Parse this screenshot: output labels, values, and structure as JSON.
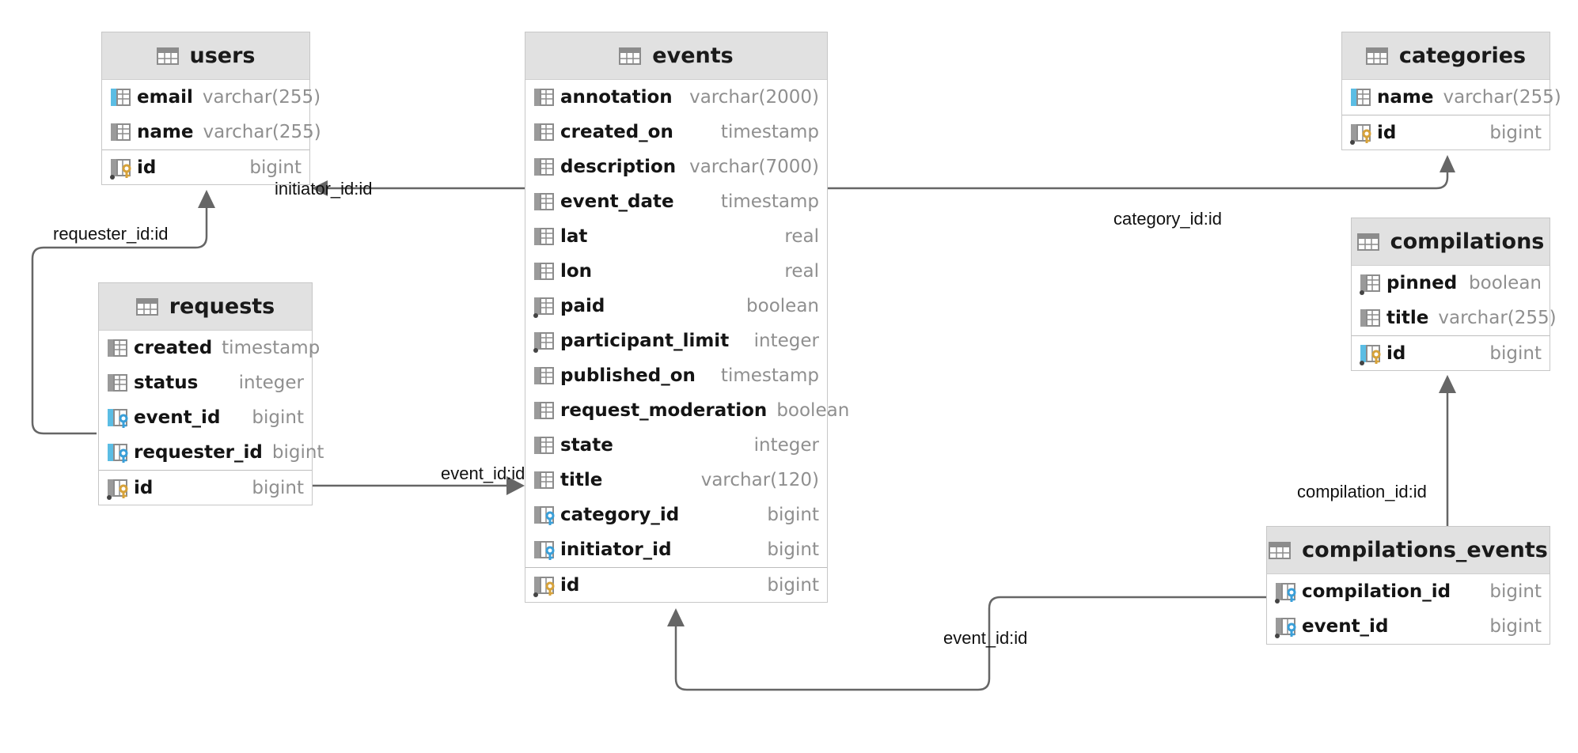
{
  "diagram": {
    "tables": [
      {
        "key": "users",
        "name": "users",
        "columns": [
          {
            "name": "email",
            "type": "varchar(255)",
            "icon": "indexed-column-icon"
          },
          {
            "name": "name",
            "type": "varchar(255)",
            "icon": "column-icon"
          }
        ],
        "pk": [
          {
            "name": "id",
            "type": "bigint",
            "icon": "primary-key-icon"
          }
        ]
      },
      {
        "key": "events",
        "name": "events",
        "columns": [
          {
            "name": "annotation",
            "type": "varchar(2000)",
            "icon": "column-icon"
          },
          {
            "name": "created_on",
            "type": "timestamp",
            "icon": "column-icon"
          },
          {
            "name": "description",
            "type": "varchar(7000)",
            "icon": "column-icon"
          },
          {
            "name": "event_date",
            "type": "timestamp",
            "icon": "column-icon"
          },
          {
            "name": "lat",
            "type": "real",
            "icon": "column-icon"
          },
          {
            "name": "lon",
            "type": "real",
            "icon": "column-icon"
          },
          {
            "name": "paid",
            "type": "boolean",
            "icon": "not-null-column-icon"
          },
          {
            "name": "participant_limit",
            "type": "integer",
            "icon": "not-null-column-icon"
          },
          {
            "name": "published_on",
            "type": "timestamp",
            "icon": "column-icon"
          },
          {
            "name": "request_moderation",
            "type": "boolean",
            "icon": "column-icon"
          },
          {
            "name": "state",
            "type": "integer",
            "icon": "column-icon"
          },
          {
            "name": "title",
            "type": "varchar(120)",
            "icon": "column-icon"
          },
          {
            "name": "category_id",
            "type": "bigint",
            "icon": "foreign-key-icon"
          },
          {
            "name": "initiator_id",
            "type": "bigint",
            "icon": "foreign-key-icon"
          }
        ],
        "pk": [
          {
            "name": "id",
            "type": "bigint",
            "icon": "primary-key-icon"
          }
        ]
      },
      {
        "key": "categories",
        "name": "categories",
        "columns": [
          {
            "name": "name",
            "type": "varchar(255)",
            "icon": "indexed-column-icon"
          }
        ],
        "pk": [
          {
            "name": "id",
            "type": "bigint",
            "icon": "primary-key-icon"
          }
        ]
      },
      {
        "key": "requests",
        "name": "requests",
        "columns": [
          {
            "name": "created",
            "type": "timestamp",
            "icon": "column-icon"
          },
          {
            "name": "status",
            "type": "integer",
            "icon": "column-icon"
          },
          {
            "name": "event_id",
            "type": "bigint",
            "icon": "indexed-foreign-key-icon"
          },
          {
            "name": "requester_id",
            "type": "bigint",
            "icon": "indexed-foreign-key-icon"
          }
        ],
        "pk": [
          {
            "name": "id",
            "type": "bigint",
            "icon": "primary-key-icon"
          }
        ]
      },
      {
        "key": "compilations",
        "name": "compilations",
        "columns": [
          {
            "name": "pinned",
            "type": "boolean",
            "icon": "not-null-column-icon"
          },
          {
            "name": "title",
            "type": "varchar(255)",
            "icon": "column-icon"
          }
        ],
        "pk": [
          {
            "name": "id",
            "type": "bigint",
            "icon": "primary-key-icon"
          }
        ]
      },
      {
        "key": "compilations_events",
        "name": "compilations_events",
        "columns": [
          {
            "name": "compilation_id",
            "type": "bigint",
            "icon": "foreign-key-icon"
          },
          {
            "name": "event_id",
            "type": "bigint",
            "icon": "foreign-key-icon"
          }
        ],
        "pk": []
      }
    ],
    "relations": [
      {
        "key": "events-users",
        "label": "initiator_id:id",
        "from": "events",
        "to": "users"
      },
      {
        "key": "events-categories",
        "label": "category_id:id",
        "from": "events",
        "to": "categories"
      },
      {
        "key": "requests-users",
        "label": "requester_id:id",
        "from": "requests",
        "to": "users"
      },
      {
        "key": "requests-events",
        "label": "event_id:id",
        "from": "requests",
        "to": "events"
      },
      {
        "key": "compilations_events-compilations",
        "label": "compilation_id:id",
        "from": "compilations_events",
        "to": "compilations"
      },
      {
        "key": "compilations_events-events",
        "label": "event_id:id",
        "from": "compilations_events",
        "to": "events"
      }
    ],
    "colors": {
      "header_bg": "#e1e1e1",
      "border": "#c7c7c7",
      "line": "#666666",
      "type_text": "#8f8f8f",
      "index_blue": "#5bbde4",
      "key_gold": "#d6a23a",
      "key_blue": "#3a9fd8"
    }
  }
}
